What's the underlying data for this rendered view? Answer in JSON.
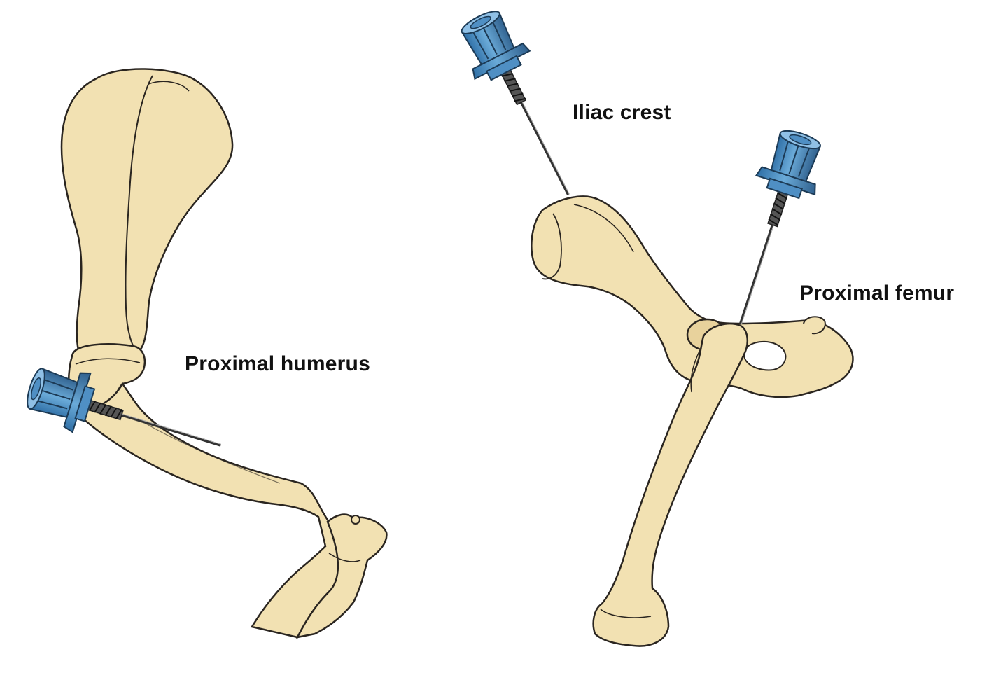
{
  "labels": {
    "humerus": "Proximal humerus",
    "iliac": "Iliac crest",
    "femur": "Proximal femur"
  },
  "colors": {
    "bone_fill": "#f2e1b2",
    "bone_stroke": "#2a2520",
    "needle_blue": "#4f8fc4",
    "needle_blue_dark": "#2f5f8c",
    "needle_blue_light": "#8fc0e6",
    "label_text": "#111111"
  },
  "icons": [
    "intraosseous-needle",
    "humerus-bone",
    "pelvis-bone",
    "femur-bone"
  ]
}
